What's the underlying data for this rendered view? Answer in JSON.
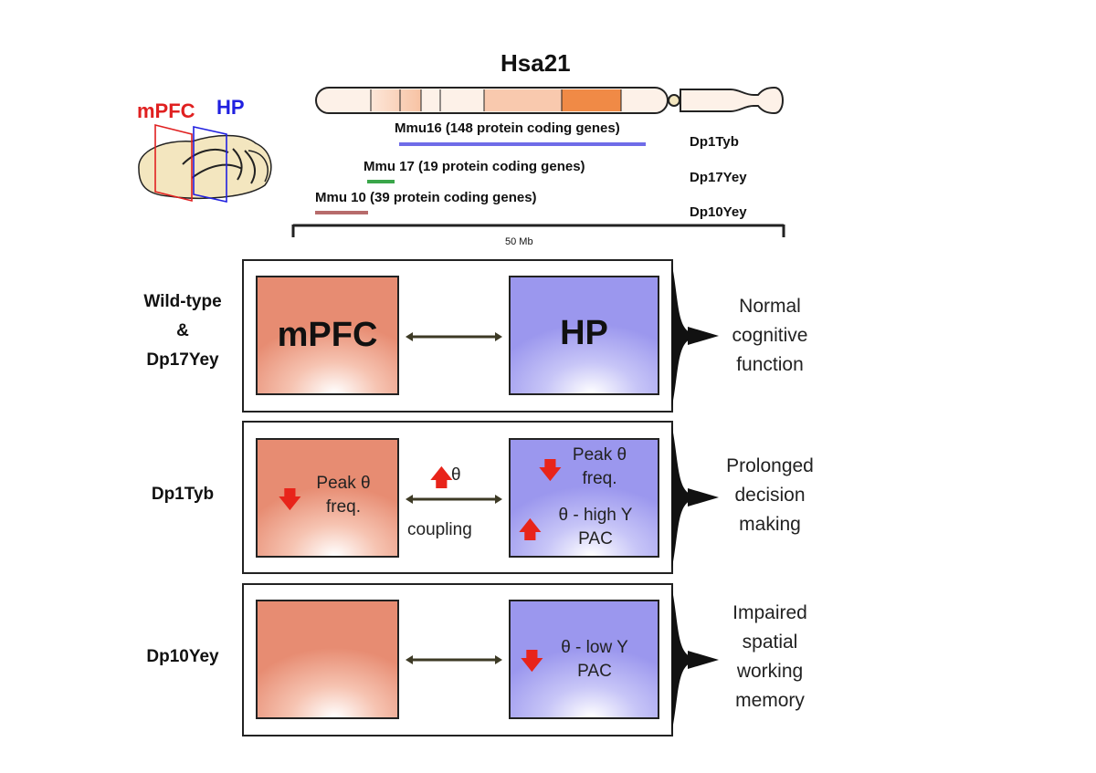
{
  "brain": {
    "mpfc_label": "mPFC",
    "hp_label": "HP"
  },
  "chromosome": {
    "title": "Hsa21",
    "segments": [
      {
        "label": "Mmu16 (148 protein coding genes)",
        "model": "Dp1Tyb",
        "color": "#6f6ce8"
      },
      {
        "label": "Mmu 17 (19 protein coding genes)",
        "model": "Dp17Yey",
        "color": "#3aa64a"
      },
      {
        "label": "Mmu 10 (39 protein coding genes)",
        "model": "Dp10Yey",
        "color": "#b76b6b"
      }
    ],
    "scale_label": "50 Mb"
  },
  "rows": [
    {
      "label_lines": [
        "Wild-type",
        "&",
        "Dp17Yey"
      ],
      "mpfc_text": "mPFC",
      "hp_text": "HP",
      "outcome_lines": [
        "Normal",
        "cognitive",
        "function"
      ]
    },
    {
      "label_lines": [
        "Dp1Tyb"
      ],
      "mpfc_lines": [
        "Peak θ",
        "freq."
      ],
      "coupling_top": "θ",
      "coupling_bottom": "coupling",
      "hp_block1": [
        "Peak θ",
        "freq."
      ],
      "hp_block2": [
        "θ - high Y",
        "PAC"
      ],
      "outcome_lines": [
        "Prolonged",
        "decision",
        "making"
      ]
    },
    {
      "label_lines": [
        "Dp10Yey"
      ],
      "hp_lines": [
        "θ - low Y",
        "PAC"
      ],
      "outcome_lines": [
        "Impaired",
        "spatial",
        "working",
        "memory"
      ]
    }
  ],
  "colors": {
    "mpfc_outline": "#e02020",
    "hp_outline": "#2020e0",
    "red_arrow": "#e8241a",
    "link_arrow": "#3d3a25"
  }
}
